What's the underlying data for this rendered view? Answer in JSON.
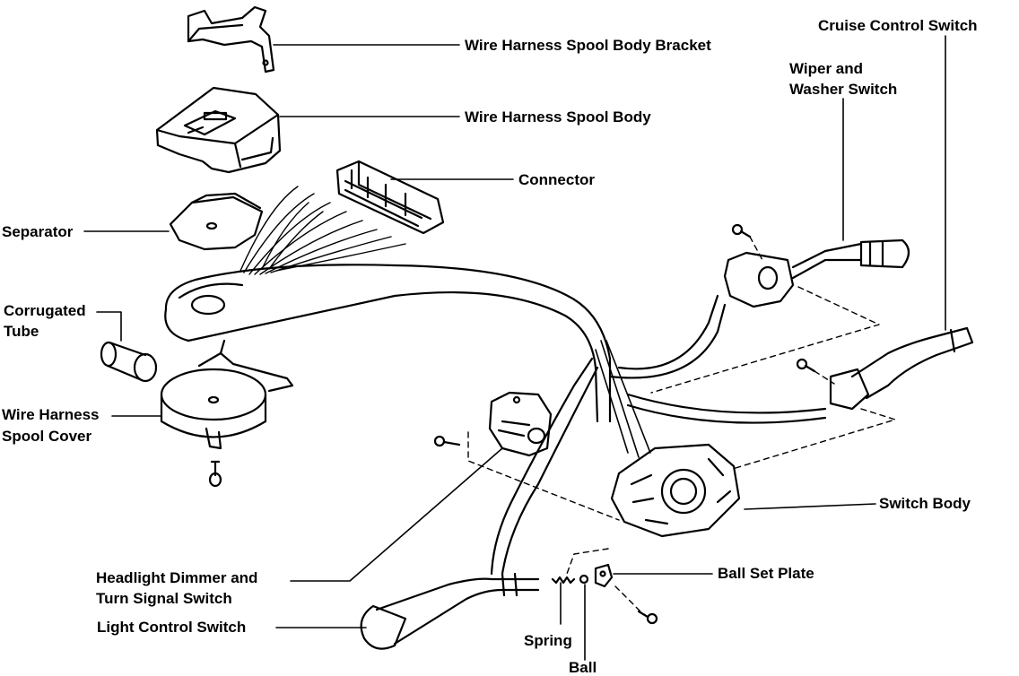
{
  "labels": {
    "bracket": "Wire Harness Spool Body Bracket",
    "spool_body": "Wire Harness Spool Body",
    "connector": "Connector",
    "separator": "Separator",
    "corrugated_tube_1": "Corrugated",
    "corrugated_tube_2": "Tube",
    "spool_cover_1": "Wire Harness",
    "spool_cover_2": "Spool Cover",
    "cruise_control": "Cruise Control Switch",
    "wiper_1": "Wiper and",
    "wiper_2": "Washer Switch",
    "switch_body": "Switch Body",
    "ball_set_plate": "Ball Set Plate",
    "headlight_1": "Headlight Dimmer and",
    "headlight_2": "Turn Signal Switch",
    "light_control": "Light Control Switch",
    "spring": "Spring",
    "ball": "Ball"
  }
}
